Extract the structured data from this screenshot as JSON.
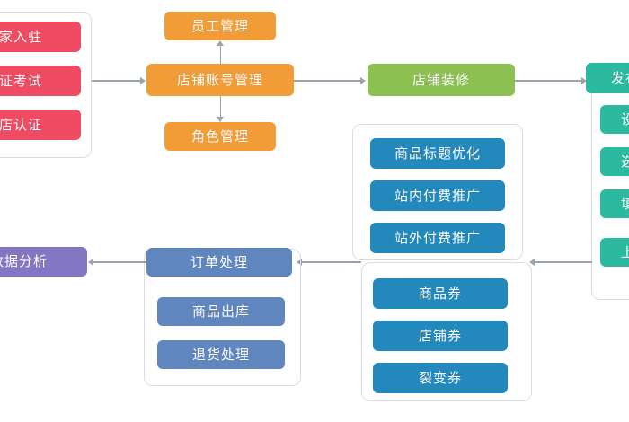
{
  "diagram": {
    "title": "",
    "type": "flowchart",
    "palette": {
      "pink": "#ef4b62",
      "orange": "#f29c38",
      "green": "#8cc152",
      "teal": "#2bb9a0",
      "blue": "#2389bd",
      "steel": "#5f86bf",
      "purple": "#8377c4",
      "connector": "#9aa3ad",
      "group_border": "#d9dde3",
      "background": "#ffffff"
    },
    "groups": {
      "onboarding": {
        "color": "pink",
        "items": [
          {
            "label": "商家入驻",
            "truncated_left": true
          },
          {
            "label": "认证考试",
            "truncated_left": true
          },
          {
            "label": "开店认证",
            "truncated_left": true
          }
        ]
      },
      "account": {
        "color": "orange",
        "main": {
          "label": "店铺账号管理"
        },
        "above": {
          "label": "员工管理"
        },
        "below": {
          "label": "角色管理"
        }
      },
      "decoration": {
        "color": "green",
        "main": {
          "label": "店铺装修"
        }
      },
      "publish": {
        "color": "teal",
        "items": [
          {
            "label": "发布商品",
            "truncated_right": true
          },
          {
            "label": "设置类目",
            "truncated_right": true
          },
          {
            "label": "选择属性",
            "truncated_right": true
          },
          {
            "label": "填写信息",
            "truncated_right": true
          },
          {
            "label": "上传图片",
            "truncated_right": true
          }
        ]
      },
      "promotion": {
        "color": "blue",
        "items": [
          {
            "label": "商品标题优化"
          },
          {
            "label": "站内付费推广"
          },
          {
            "label": "站外付费推广"
          }
        ]
      },
      "coupons": {
        "color": "blue",
        "items": [
          {
            "label": "商品券"
          },
          {
            "label": "店铺券"
          },
          {
            "label": "裂变券"
          }
        ]
      },
      "orders": {
        "color": "steel",
        "main": {
          "label": "订单处理"
        },
        "items": [
          {
            "label": "商品出库"
          },
          {
            "label": "退货处理"
          }
        ]
      },
      "analytics": {
        "color": "purple",
        "main": {
          "label": "数据分析",
          "truncated_left": true
        }
      }
    }
  }
}
